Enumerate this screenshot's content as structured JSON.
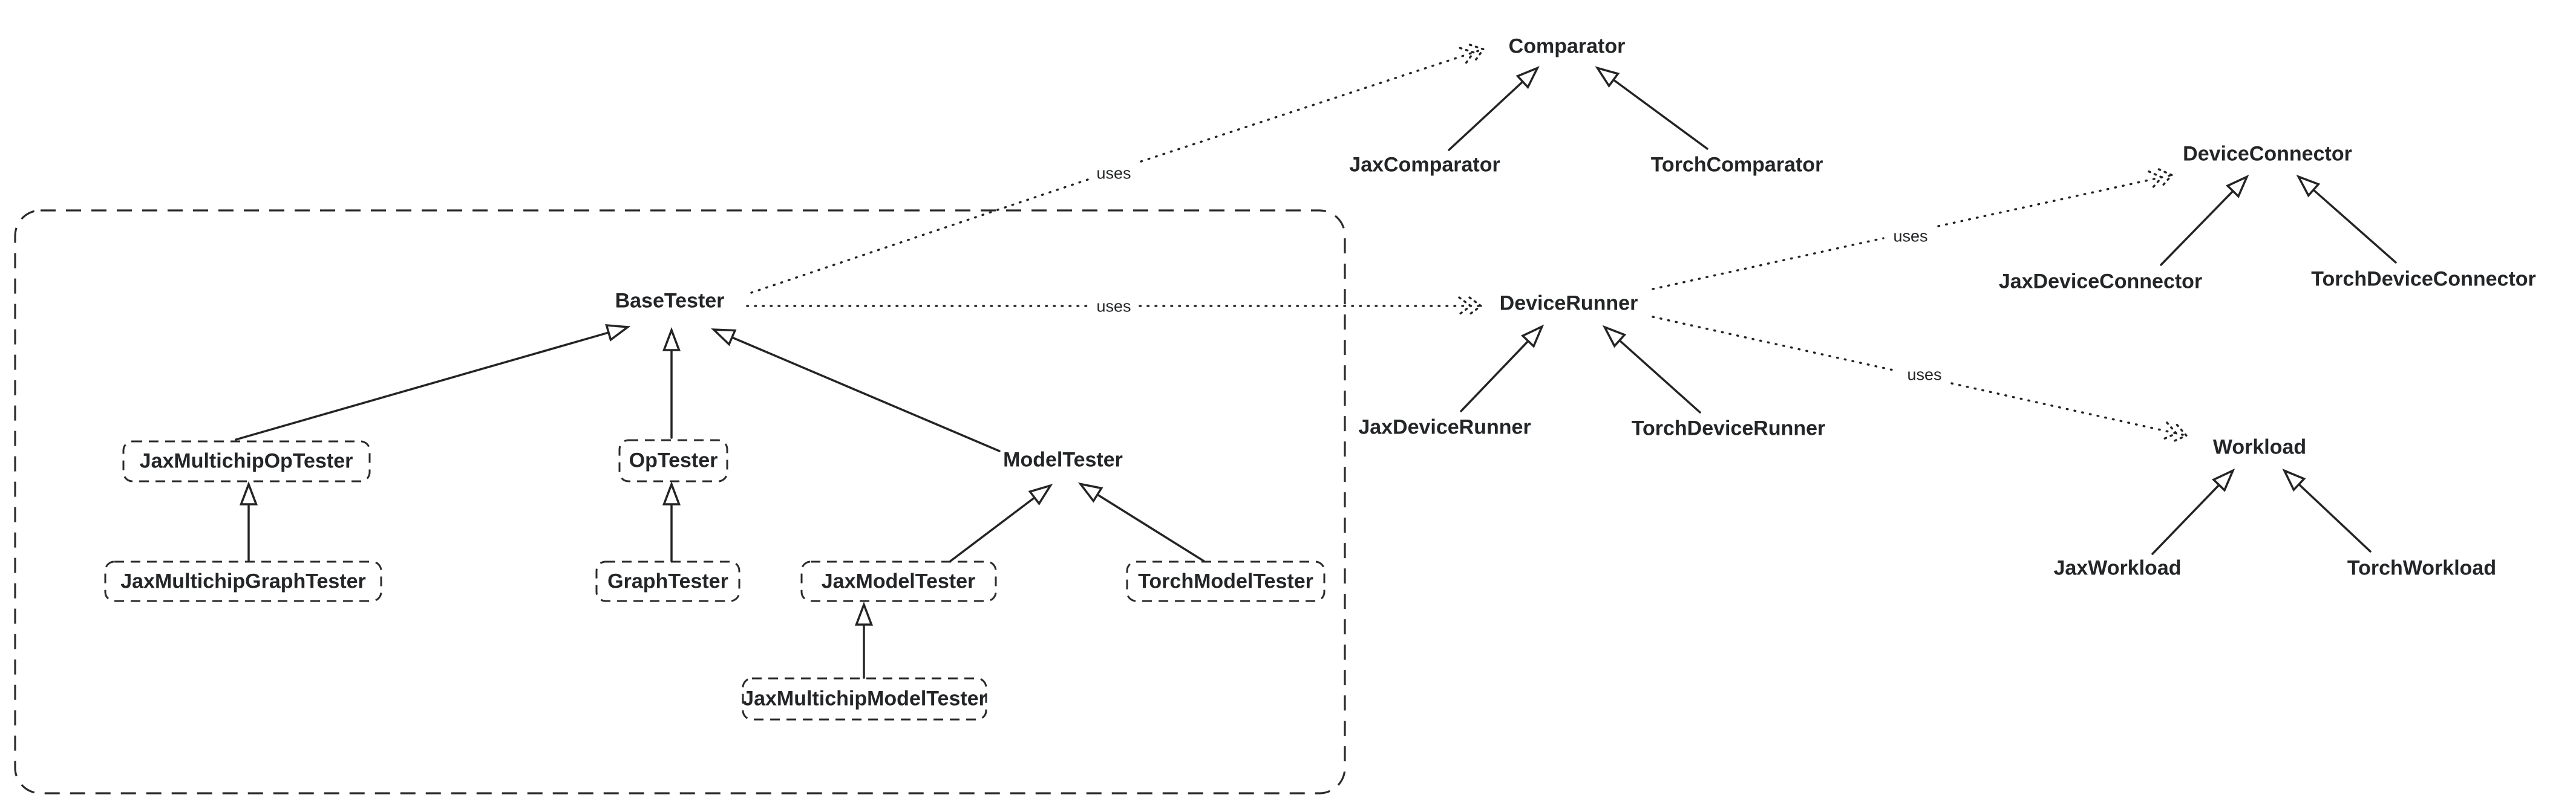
{
  "diagram": {
    "type": "class-hierarchy",
    "background_color": "#ffffff",
    "line_color": "#242424",
    "text_color": "#232527",
    "container": {
      "name": "tester-framework-group",
      "style": "dashed-rounded-rectangle"
    },
    "nodes": [
      {
        "id": "base-tester",
        "label": "BaseTester",
        "boxed": false,
        "in_container": true
      },
      {
        "id": "jax-multichip-op-tester",
        "label": "JaxMultichipOpTester",
        "boxed": true,
        "in_container": true
      },
      {
        "id": "op-tester",
        "label": "OpTester",
        "boxed": true,
        "in_container": true
      },
      {
        "id": "model-tester",
        "label": "ModelTester",
        "boxed": false,
        "in_container": true
      },
      {
        "id": "jax-multichip-graph-tester",
        "label": "JaxMultichipGraphTester",
        "boxed": true,
        "in_container": true
      },
      {
        "id": "graph-tester",
        "label": "GraphTester",
        "boxed": true,
        "in_container": true
      },
      {
        "id": "jax-model-tester",
        "label": "JaxModelTester",
        "boxed": true,
        "in_container": true
      },
      {
        "id": "torch-model-tester",
        "label": "TorchModelTester",
        "boxed": true,
        "in_container": true
      },
      {
        "id": "jax-multichip-model-tester",
        "label": "JaxMultichipModelTester",
        "boxed": true,
        "in_container": true
      },
      {
        "id": "comparator",
        "label": "Comparator",
        "boxed": false,
        "in_container": false
      },
      {
        "id": "jax-comparator",
        "label": "JaxComparator",
        "boxed": false,
        "in_container": false
      },
      {
        "id": "torch-comparator",
        "label": "TorchComparator",
        "boxed": false,
        "in_container": false
      },
      {
        "id": "device-runner",
        "label": "DeviceRunner",
        "boxed": false,
        "in_container": false
      },
      {
        "id": "jax-device-runner",
        "label": "JaxDeviceRunner",
        "boxed": false,
        "in_container": false
      },
      {
        "id": "torch-device-runner",
        "label": "TorchDeviceRunner",
        "boxed": false,
        "in_container": false
      },
      {
        "id": "device-connector",
        "label": "DeviceConnector",
        "boxed": false,
        "in_container": false
      },
      {
        "id": "jax-device-connector",
        "label": "JaxDeviceConnector",
        "boxed": false,
        "in_container": false
      },
      {
        "id": "torch-device-connector",
        "label": "TorchDeviceConnector",
        "boxed": false,
        "in_container": false
      },
      {
        "id": "workload",
        "label": "Workload",
        "boxed": false,
        "in_container": false
      },
      {
        "id": "jax-workload",
        "label": "JaxWorkload",
        "boxed": false,
        "in_container": false
      },
      {
        "id": "torch-workload",
        "label": "TorchWorkload",
        "boxed": false,
        "in_container": false
      }
    ],
    "extends_edges": [
      {
        "child": "JaxMultichipOpTester",
        "parent": "BaseTester"
      },
      {
        "child": "OpTester",
        "parent": "BaseTester"
      },
      {
        "child": "ModelTester",
        "parent": "BaseTester"
      },
      {
        "child": "JaxMultichipGraphTester",
        "parent": "JaxMultichipOpTester"
      },
      {
        "child": "GraphTester",
        "parent": "OpTester"
      },
      {
        "child": "JaxModelTester",
        "parent": "ModelTester"
      },
      {
        "child": "TorchModelTester",
        "parent": "ModelTester"
      },
      {
        "child": "JaxMultichipModelTester",
        "parent": "JaxModelTester"
      },
      {
        "child": "JaxComparator",
        "parent": "Comparator"
      },
      {
        "child": "TorchComparator",
        "parent": "Comparator"
      },
      {
        "child": "JaxDeviceRunner",
        "parent": "DeviceRunner"
      },
      {
        "child": "TorchDeviceRunner",
        "parent": "DeviceRunner"
      },
      {
        "child": "JaxDeviceConnector",
        "parent": "DeviceConnector"
      },
      {
        "child": "TorchDeviceConnector",
        "parent": "DeviceConnector"
      },
      {
        "child": "JaxWorkload",
        "parent": "Workload"
      },
      {
        "child": "TorchWorkload",
        "parent": "Workload"
      }
    ],
    "uses_edges": [
      {
        "from": "BaseTester",
        "to": "Comparator",
        "label": "uses"
      },
      {
        "from": "BaseTester",
        "to": "DeviceRunner",
        "label": "uses"
      },
      {
        "from": "DeviceRunner",
        "to": "DeviceConnector",
        "label": "uses"
      },
      {
        "from": "DeviceRunner",
        "to": "Workload",
        "label": "uses"
      }
    ]
  }
}
